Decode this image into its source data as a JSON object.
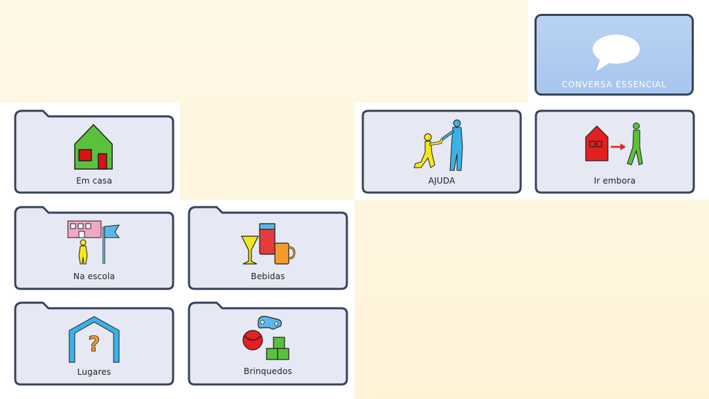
{
  "colors": {
    "background": "#fff5dd",
    "tile_fill": "#e6e9f4",
    "tile_border": "#37425a",
    "essential_fill": "#aecbf0"
  },
  "essential": {
    "label": "CONVERSA ESSENCIAL",
    "icon": "speech-bubble-icon"
  },
  "folders": [
    {
      "name": "em-casa",
      "label": "Em casa",
      "icon": "house-icon"
    },
    {
      "name": "ajuda",
      "label": "AJUDA",
      "icon": "help-people-icon"
    },
    {
      "name": "ir-embora",
      "label": "Ir embora",
      "icon": "leave-house-icon"
    },
    {
      "name": "na-escola",
      "label": "Na escola",
      "icon": "school-icon"
    },
    {
      "name": "bebidas",
      "label": "Bebidas",
      "icon": "drinks-icon"
    },
    {
      "name": "lugares",
      "label": "Lugares",
      "icon": "places-icon"
    },
    {
      "name": "brinquedos",
      "label": "Brinquedos",
      "icon": "toys-icon"
    }
  ]
}
